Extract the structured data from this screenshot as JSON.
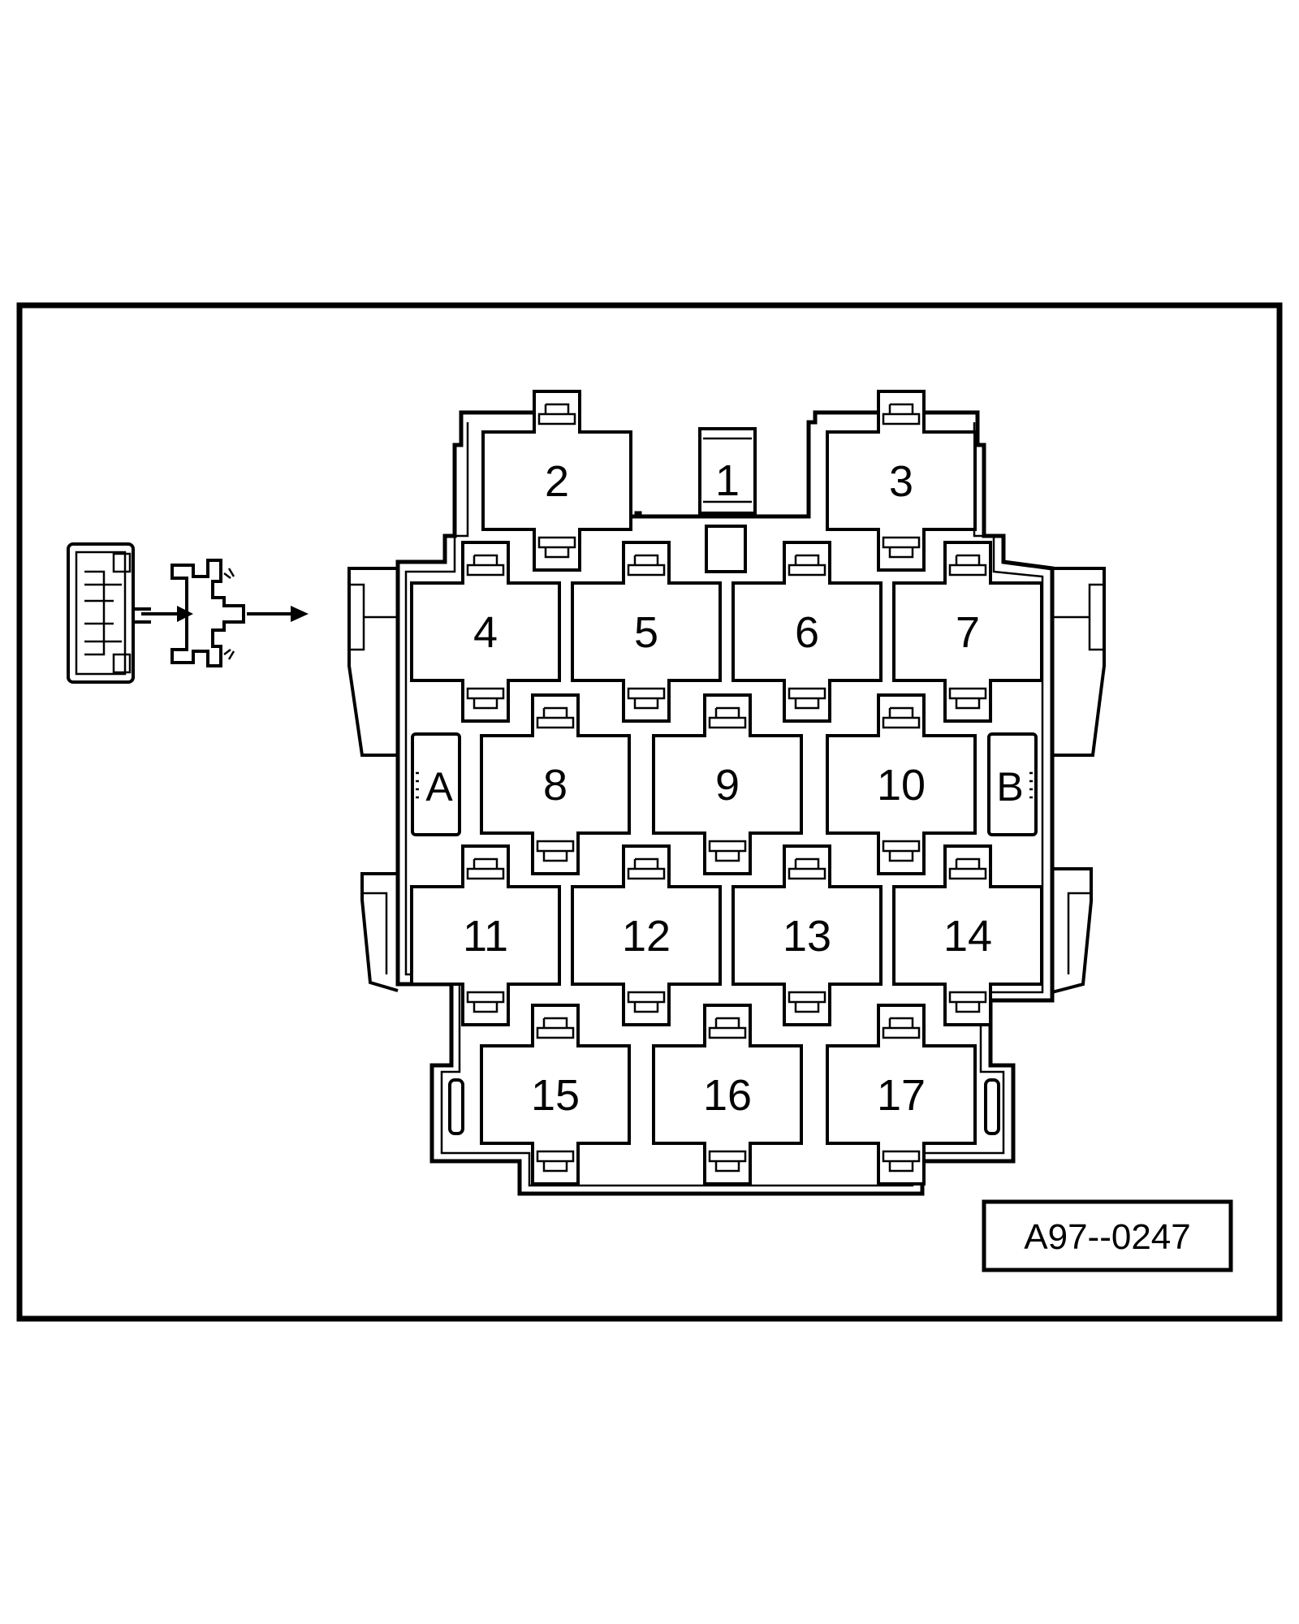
{
  "diagram": {
    "relay_slots": [
      {
        "id": "1",
        "label": "1"
      },
      {
        "id": "2",
        "label": "2"
      },
      {
        "id": "3",
        "label": "3"
      },
      {
        "id": "4",
        "label": "4"
      },
      {
        "id": "5",
        "label": "5"
      },
      {
        "id": "6",
        "label": "6"
      },
      {
        "id": "7",
        "label": "7"
      },
      {
        "id": "8",
        "label": "8"
      },
      {
        "id": "9",
        "label": "9"
      },
      {
        "id": "10",
        "label": "10"
      },
      {
        "id": "11",
        "label": "11"
      },
      {
        "id": "12",
        "label": "12"
      },
      {
        "id": "13",
        "label": "13"
      },
      {
        "id": "14",
        "label": "14"
      },
      {
        "id": "15",
        "label": "15"
      },
      {
        "id": "16",
        "label": "16"
      },
      {
        "id": "17",
        "label": "17"
      }
    ],
    "side_slots": {
      "left": "A",
      "right": "B"
    },
    "reference_code": "A97--0247"
  }
}
